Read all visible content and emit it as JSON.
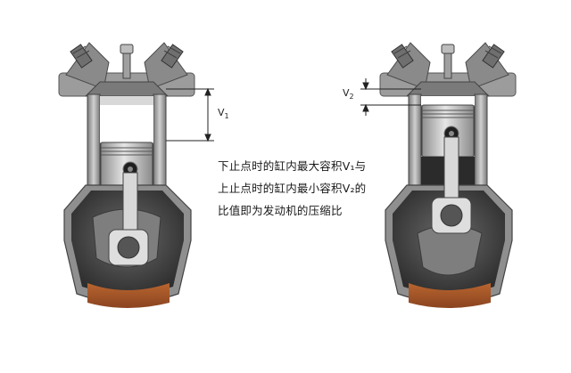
{
  "labels": {
    "v1_base": "V",
    "v1_sub": "1",
    "v2_base": "V",
    "v2_sub": "2"
  },
  "caption": {
    "line1": "下止点时的缸内最大容积V₁与",
    "line2": "上止点时的缸内最小容积V₂的",
    "line3": "比值即为发动机的压缩比"
  },
  "colors": {
    "cylinder_wall": "#9a9a9a",
    "cylinder_dark": "#2b2b2b",
    "piston": "#b8b8b8",
    "oil": "#a2582a",
    "crankcase_inner": "#505050",
    "valve": "#8c8c8c"
  }
}
